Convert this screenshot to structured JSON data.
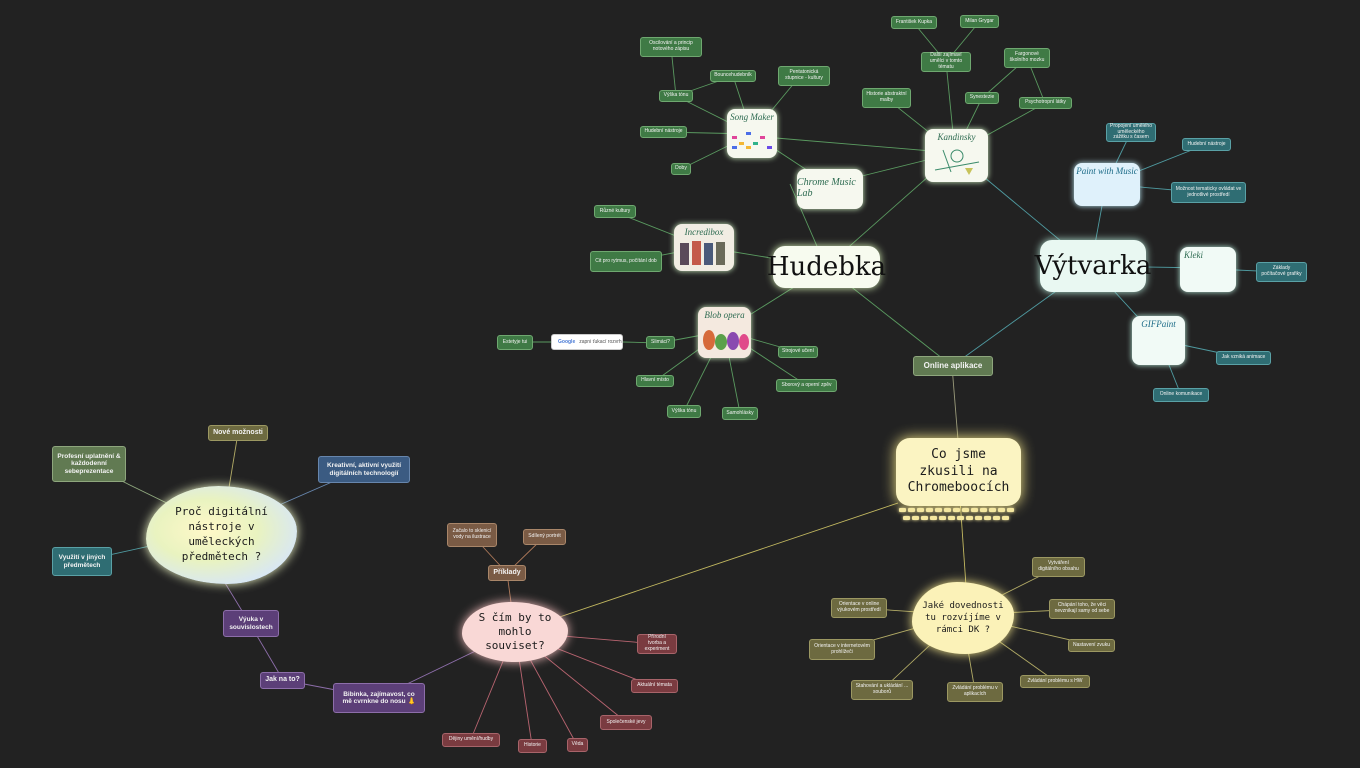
{
  "colors": {
    "bg": "#222222",
    "green": "#3f7a45",
    "teal": "#2f6d73",
    "olive": "#6d6a40",
    "brown": "#7a5b45",
    "red": "#7a3b40",
    "purple": "#5c3f78",
    "blue": "#3b5b82"
  },
  "hub": {
    "hudebka": "Hudebka",
    "vytvarka": "Výtvarka",
    "online": "Online aplikace",
    "co_jsme": "Co jsme zkusili na Chromeboocích"
  },
  "apps": {
    "song_maker": "Song Maker",
    "chrome_music_lab": "Chrome Music Lab",
    "kandinsky": "Kandinsky",
    "paint_with_music": "Paint with Music",
    "incredibox": "Incredibox",
    "blob_opera": "Blob opera",
    "kleki": "Kleki",
    "gifpaint": "GIFPaint"
  },
  "music": {
    "oscilace": "Oscilování a princip notového zápisu",
    "bouncehudebnik": "Bouncehudebník",
    "pentatonika": "Pentatonická stupnice - kultury",
    "vyska_tonu_1": "Výška tónu",
    "hudebni_nastroje_1": "Hudební nástroje",
    "doby": "Doby",
    "ruzne_kultury": "Různé kultury",
    "cit_pro_rytmus": "Cit pro rytmus, počítání dob",
    "slimaci": "Slimáci?",
    "google_query": "zapni ťukací rozvrh",
    "estetyje": "Estetyje tui",
    "hlavni_misto": "Hlavní místo",
    "strojove_ucteni": "Strojové učení",
    "sborovy": "Sborový a operní zpěv",
    "vyska_tonu_2": "Výška tónu",
    "samohlasky": "Samohlásky",
    "google_logo": "Google"
  },
  "art": {
    "frantisek_kupka": "František Kupka",
    "milan_grygar": "Milan Grygar",
    "dalsi_zajimavi": "Další zajímaví umělci v tomto tématu",
    "fargonove": "Fargonové školního mozku",
    "historie_abstraktni": "Historie abstraktní malby",
    "synestezie": "Synestezie",
    "psychotropni": "Psychotropní látky",
    "propojeni": "Propojení umělého uměleckého zážitku s časem",
    "hudebni_nastroje_2": "Hudební nástroje",
    "moznost_tematicky": "Možnost tematicky ovládat ve jednotlivé prostředí",
    "zaklady_grafiky": "Základy počítačové grafiky",
    "jak_vznika": "Jak vzniká animace",
    "online_komunikace": "Online komunikace"
  },
  "skills": {
    "title": "Jaké dovednosti tu rozvíjíme v rámci DK ?",
    "orientace_online": "Orientace v online výukovém prostředí",
    "vytvareni_obsahu": "Vytváření digitálního obsahu",
    "chapani": "Chápání toho, že věci nevznikají samy od sebe",
    "nastaveni_zvuku": "Nastavení zvuku",
    "reseni_hw": "Zvládání problému s HW",
    "zvladani_aplikace": "Zvládání problému v aplikacích",
    "stahovani": "Stahování a ukládání ... souborů",
    "orientace_internet": "Orientace v internetovém prohlížeči"
  },
  "related": {
    "title": "S čím by to mohlo souviset?",
    "priklady": "Příklady",
    "zacalo": "Začalo to sklenicí vody na ilustrace",
    "sdileny": "Sdílený portrét",
    "prirodni": "Přírodní tvorba a experiment",
    "aktualni": "Aktuální témata",
    "spolecenske": "Společenské jevy",
    "veda": "Věda",
    "historie": "Historie",
    "dejiny": "Dějiny umění/hudby"
  },
  "why": {
    "title": "Proč digitální nástroje v uměleckých předmětech ?",
    "nove": "Nové možnosti",
    "profesni": "Profesní uplatnění & každodenní sebeprezentace",
    "kreativni": "Kreativní, aktivní využití digitálních technologií",
    "vyuziti": "Využití v jiných předmětech",
    "vyuka": "Výuka v souvislostech",
    "jak": "Jak na to?",
    "bibinka": "Bibinka, zajímavost, co mě cvrnkne do nosu 👃"
  }
}
